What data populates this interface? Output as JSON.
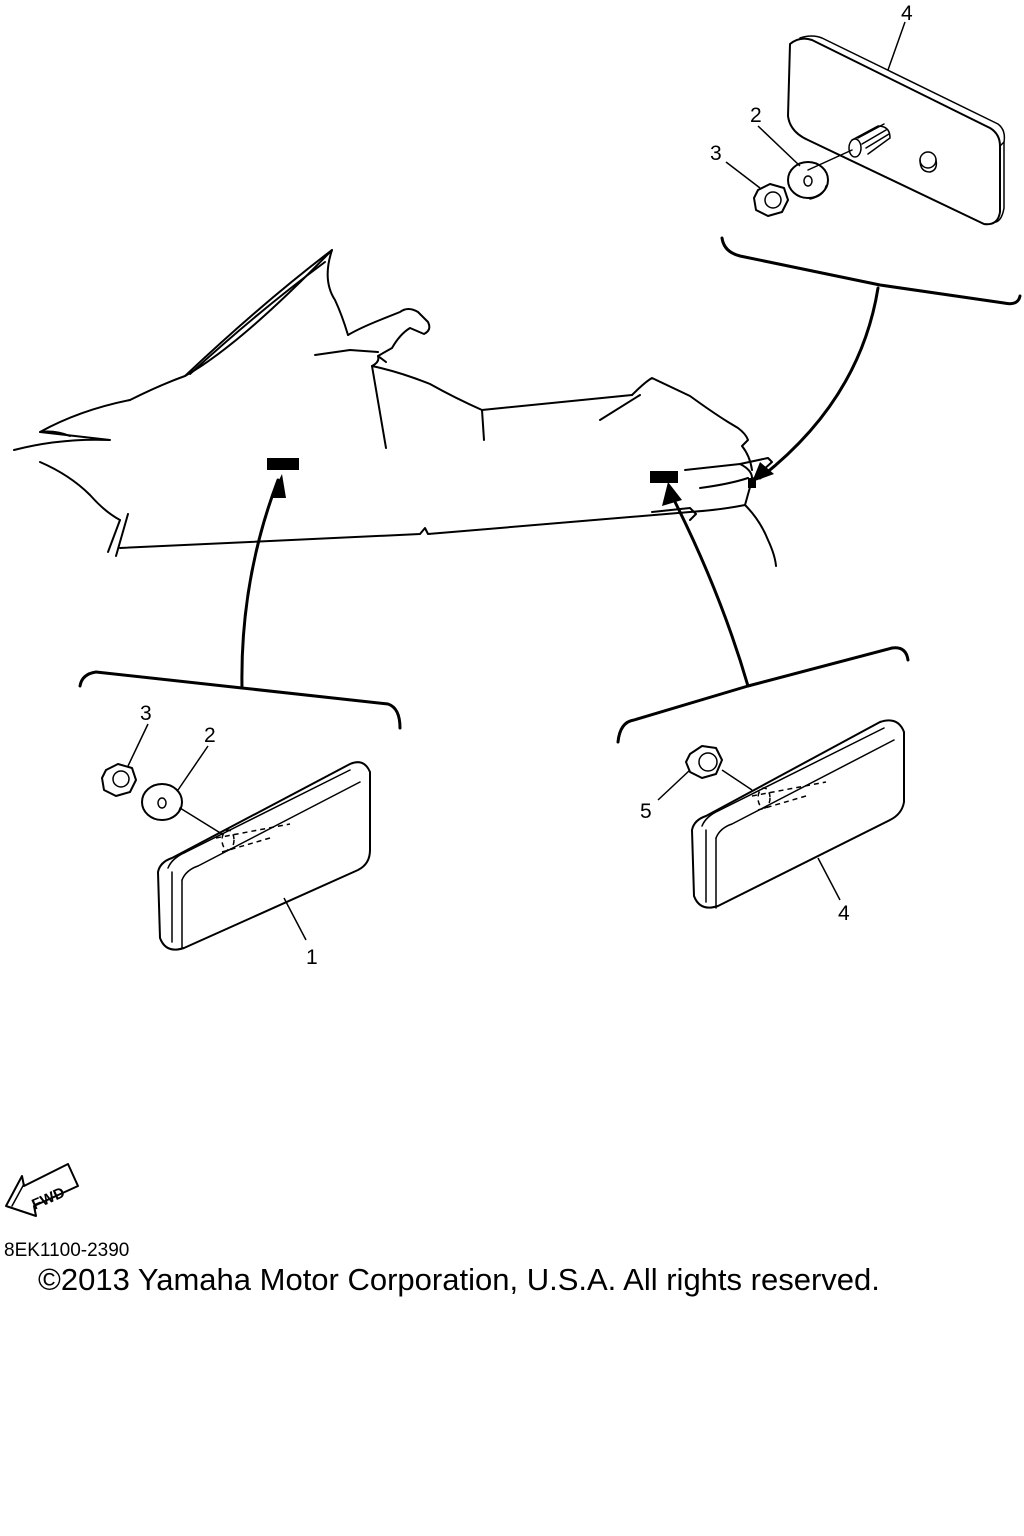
{
  "diagram_code": "8EK1100-2390",
  "copyright": "©2013 Yamaha Motor Corporation, U.S.A. All rights reserved.",
  "fwd_label": "FWD",
  "callouts": {
    "top_reflector": "4",
    "top_washer": "2",
    "top_nut": "3",
    "left_nut": "3",
    "left_washer": "2",
    "left_reflector": "1",
    "right_nut": "5",
    "right_reflector": "4"
  }
}
